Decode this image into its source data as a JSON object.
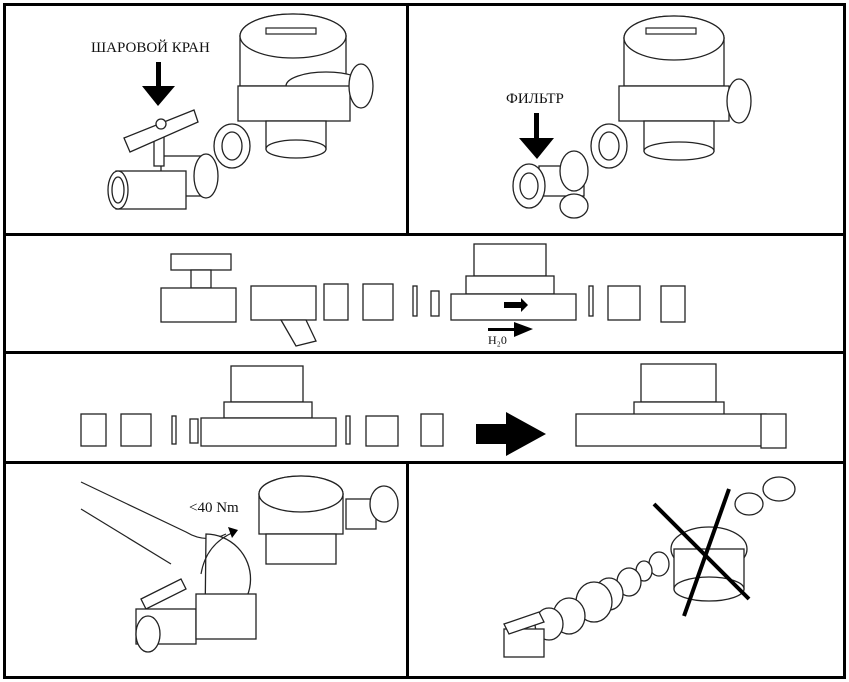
{
  "title": "Water meter installation instructions",
  "panels": [
    {
      "id": "ball-valve-panel",
      "label": "ШАРОВОЙ КРАН",
      "caption_meaning": "ball valve"
    },
    {
      "id": "filter-panel",
      "label": "ФИЛЬТР",
      "caption_meaning": "filter"
    },
    {
      "id": "exploded-assembly-panel",
      "flow_label": "H₂0"
    },
    {
      "id": "meter-fittings-panel"
    },
    {
      "id": "torque-panel",
      "torque_label": "<40 Nm"
    },
    {
      "id": "wrong-installation-panel",
      "status": "crossed-out"
    }
  ]
}
